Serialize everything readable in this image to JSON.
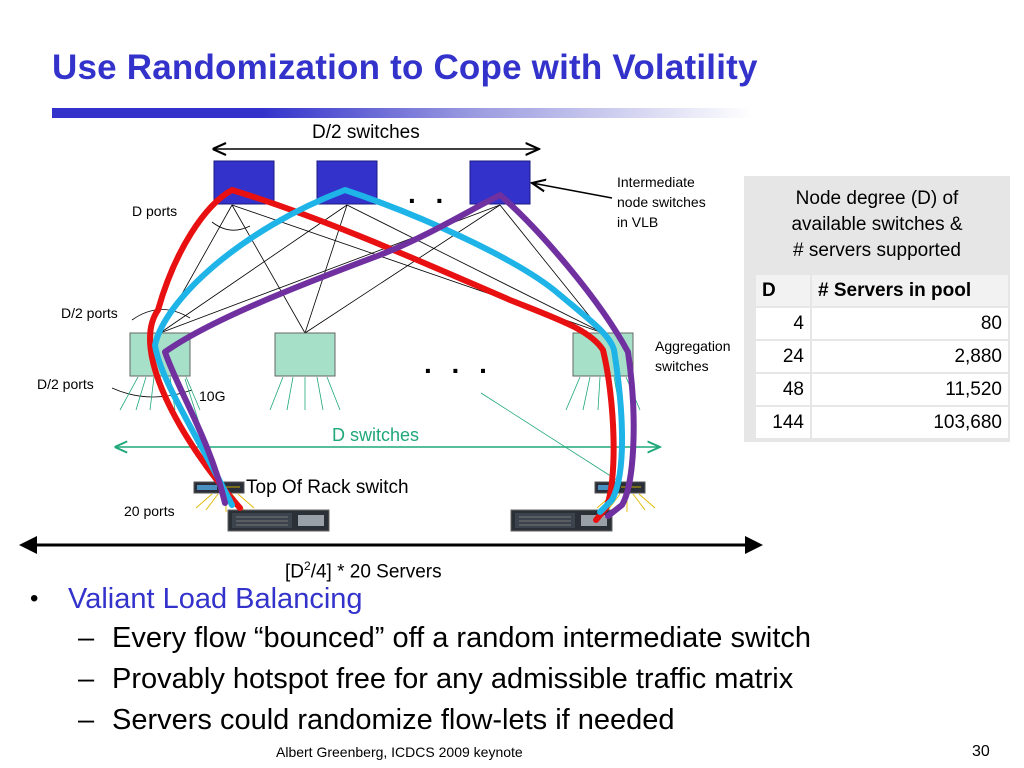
{
  "slide": {
    "title": "Use Randomization to Cope with Volatility",
    "page_number": "30",
    "footer": "Albert Greenberg, ICDCS 2009 keynote"
  },
  "diagram": {
    "label_top_span": "D/2 switches",
    "label_intermediate": [
      "Intermediate",
      "node switches",
      "in VLB"
    ],
    "label_d_ports": "D ports",
    "label_half_ports_upper": "D/2 ports",
    "label_half_ports_lower": "D/2  ports",
    "label_10g": "10G",
    "label_aggregation": [
      "Aggregation",
      "switches"
    ],
    "label_d_switches": "D switches",
    "label_tor": "Top Of Rack switch",
    "label_20_ports": "20 ports",
    "label_servers_prefix": "[D",
    "label_servers_sup": "2",
    "label_servers_suffix": "/4] * 20 Servers",
    "ellipsis_top": ". .",
    "ellipsis_mid": ". . .",
    "colors": {
      "intermediate_switch": "#3333cc",
      "aggregation_switch": "#a6e0c8",
      "path_red": "#e81010",
      "path_cyan": "#1eb4e8",
      "path_purple": "#7030a0",
      "green_arrow": "#1fa87a"
    }
  },
  "table": {
    "caption": [
      "Node degree (D) of",
      "available switches &",
      "# servers supported"
    ],
    "headers": [
      "D",
      "# Servers in pool"
    ],
    "rows": [
      [
        "4",
        "80"
      ],
      [
        "24",
        "2,880"
      ],
      [
        "48",
        "11,520"
      ],
      [
        "144",
        "103,680"
      ]
    ]
  },
  "bullets": {
    "main": "Valiant Load Balancing",
    "sub": [
      "Every flow “bounced” off a random intermediate switch",
      "Provably hotspot free for any admissible traffic matrix",
      "Servers could randomize flow-lets if needed"
    ]
  }
}
